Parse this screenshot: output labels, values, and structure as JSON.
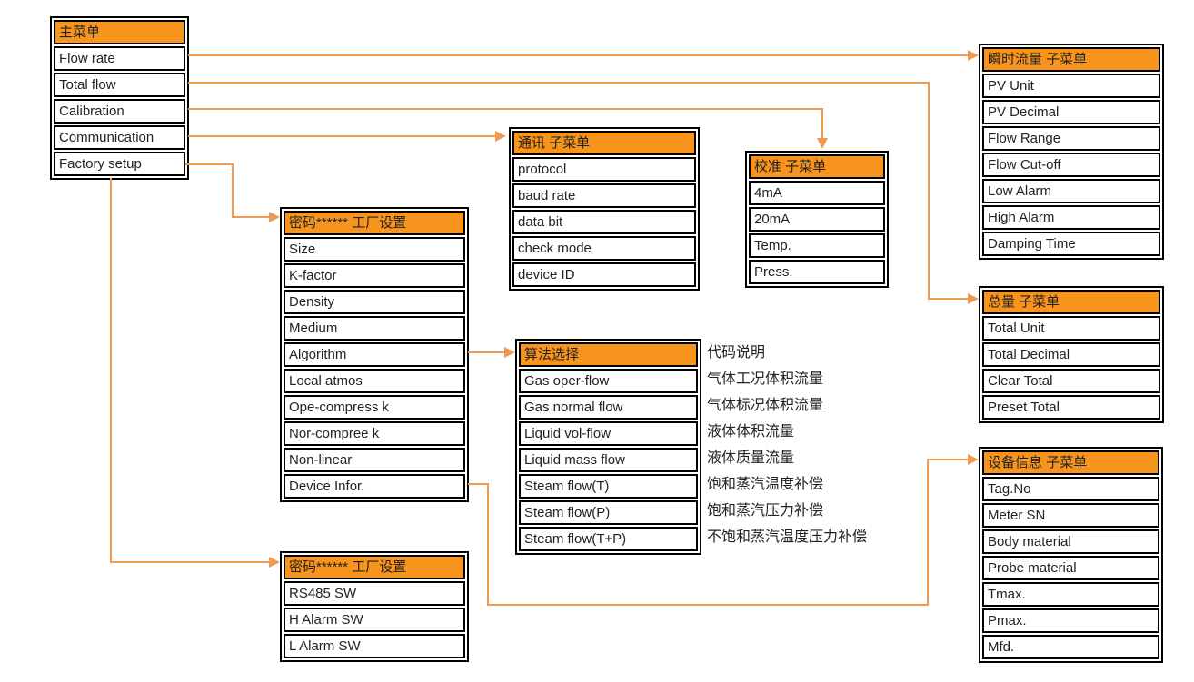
{
  "colors": {
    "header_bg": "#F7941E",
    "connector": "#F09A51",
    "box_border": "#000000"
  },
  "boxes": {
    "main_menu": {
      "title": "主菜单",
      "items": [
        "Flow rate",
        "Total flow",
        "Calibration",
        "Communication",
        "Factory setup"
      ]
    },
    "factory_setup_1": {
      "title": "密码****** 工厂设置",
      "items": [
        "Size",
        "K-factor",
        "Density",
        "Medium",
        "Algorithm",
        "Local atmos",
        "Ope-compress k",
        "Nor-compree k",
        "Non-linear",
        "Device Infor."
      ]
    },
    "communication": {
      "title": "通讯 子菜单",
      "items": [
        "protocol",
        "baud rate",
        "data bit",
        "check mode",
        "device ID"
      ]
    },
    "calibration": {
      "title": "校准 子菜单",
      "items": [
        "4mA",
        "20mA",
        "Temp.",
        "Press."
      ]
    },
    "instant_flow": {
      "title": "瞬时流量 子菜单",
      "items": [
        "PV Unit",
        "PV Decimal",
        "Flow Range",
        "Flow Cut-off",
        "Low Alarm",
        "High Alarm",
        "Damping Time"
      ]
    },
    "total_flow": {
      "title": "总量 子菜单",
      "items": [
        "Total Unit",
        "Total Decimal",
        "Clear Total",
        "Preset Total"
      ]
    },
    "algorithm": {
      "title": "算法选择",
      "items": [
        "Gas oper-flow",
        "Gas normal flow",
        "Liquid vol-flow",
        "Liquid mass flow",
        "Steam flow(T)",
        "Steam flow(P)",
        "Steam flow(T+P)"
      ]
    },
    "factory_setup_2": {
      "title": "密码****** 工厂设置",
      "items": [
        "RS485 SW",
        "H Alarm SW",
        "L Alarm SW"
      ]
    },
    "device_info": {
      "title": "设备信息 子菜单",
      "items": [
        "Tag.No",
        "Meter SN",
        "Body material",
        "Probe material",
        "Tmax.",
        "Pmax.",
        "Mfd."
      ]
    }
  },
  "algorithm_descriptions": {
    "title": "代码说明",
    "items": [
      "气体工况体积流量",
      "气体标况体积流量",
      "液体体积流量",
      "液体质量流量",
      "饱和蒸汽温度补偿",
      "饱和蒸汽压力补偿",
      "不饱和蒸汽温度压力补偿"
    ]
  }
}
